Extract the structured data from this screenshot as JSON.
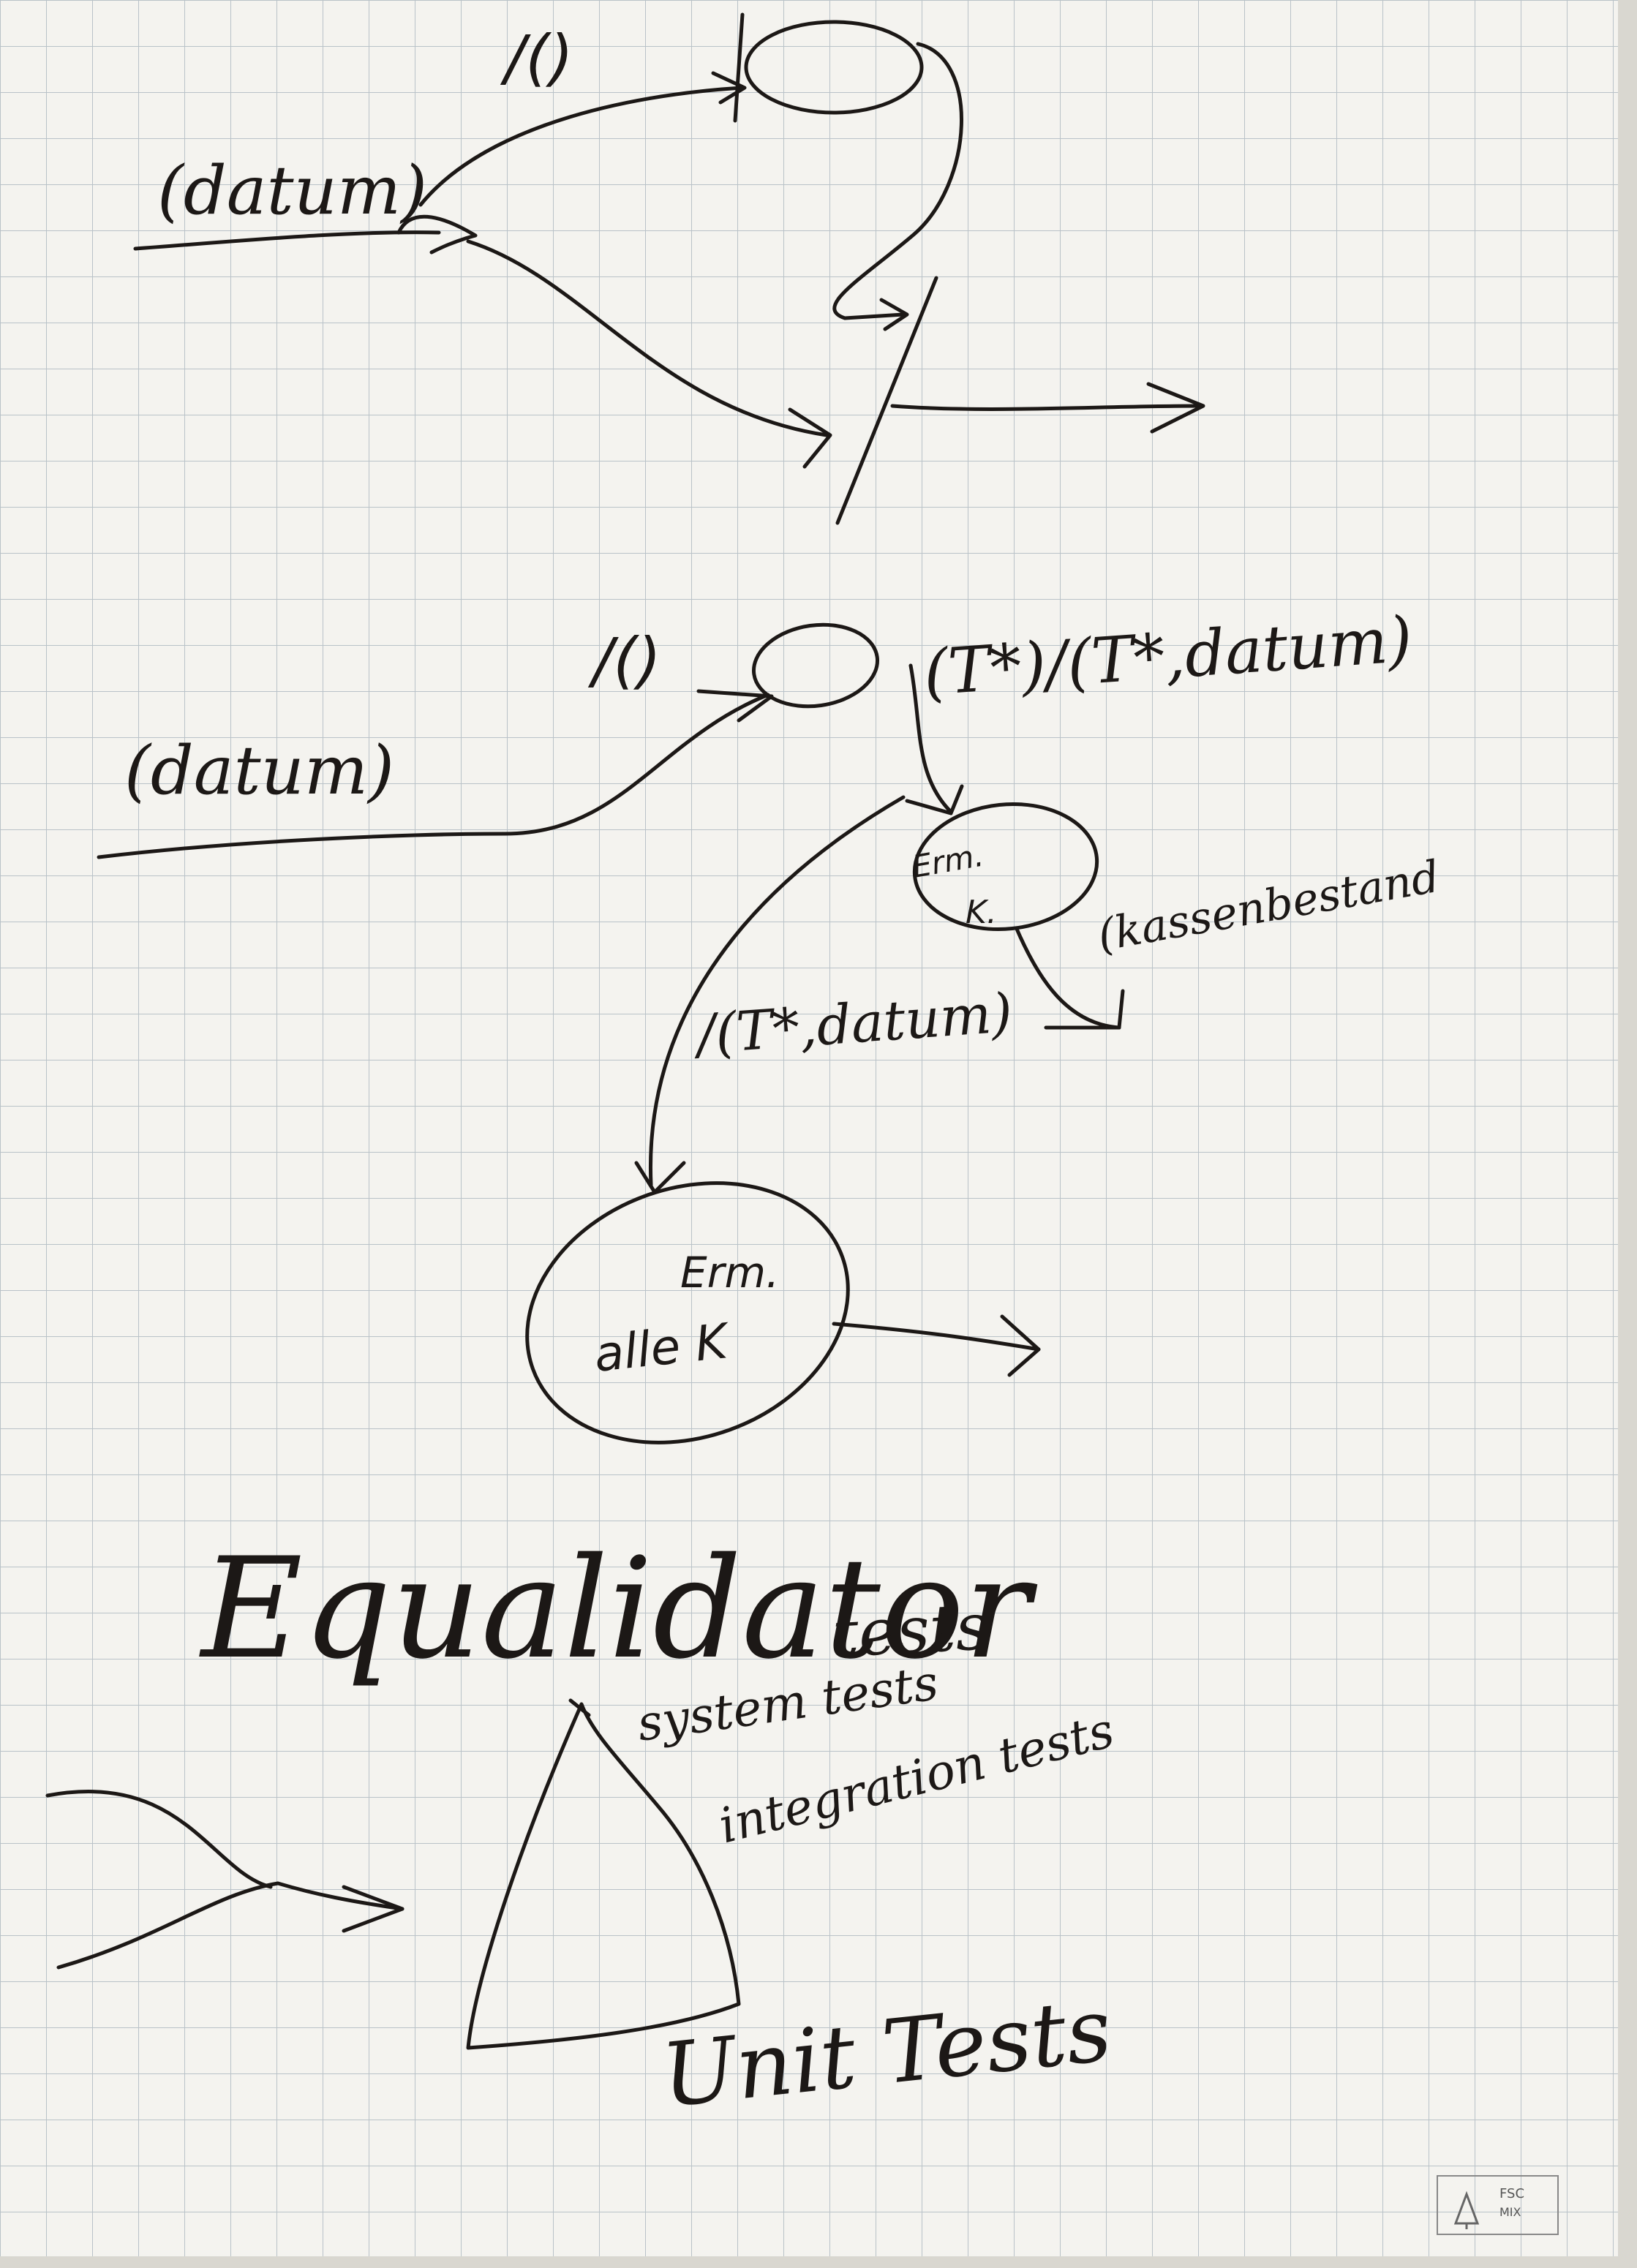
{
  "colors": {
    "paper": "#f4f3ef",
    "grid": "#b9c2c8",
    "ink": "#1c1816",
    "shadow": "#d9d7d0"
  },
  "diagram1": {
    "input_label": "(datum)",
    "edge_label": "/()"
  },
  "diagram2": {
    "input_label": "(datum)",
    "edge_label": "/()",
    "upper_label": "(T*)/(T*,datum)",
    "node_small_line1": "Erm.",
    "node_small_line2": "K.",
    "side_label": "(kassenbestand",
    "mid_label": "/(T*,datum)",
    "node_big_line1": "Erm.",
    "node_big_line2": "alle K"
  },
  "pyramid": {
    "title": "Equalidator",
    "title_suffix": "tests",
    "layer_top": "system tests",
    "layer_mid": "integration tests",
    "layer_bottom": "Unit Tests"
  },
  "paper_badge": {
    "icon": "fsc-tree-icon",
    "line1": "FSC",
    "line2": "MIX"
  }
}
